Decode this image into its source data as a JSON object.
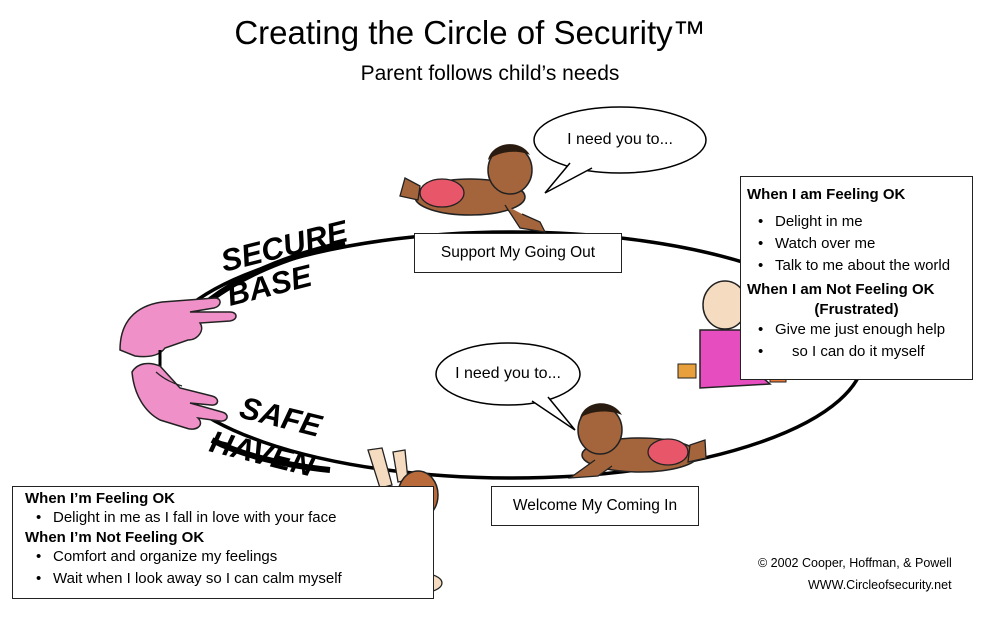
{
  "header": {
    "title": "Creating the Circle of Security™",
    "subtitle": "Parent follows child’s needs"
  },
  "circle": {
    "top_label": "Support My Going Out",
    "bottom_label": "Welcome My Coming In",
    "secure_base": [
      "SECURE",
      "BASE"
    ],
    "safe_haven": [
      "SAFE",
      "HAVEN"
    ]
  },
  "bubbles": {
    "top": "I need you to...",
    "bottom": "I need you to..."
  },
  "right_panel": {
    "heading_ok": "When I am Feeling OK",
    "ok_items": [
      "Delight in me",
      "Watch over me",
      "Talk to me about the world"
    ],
    "heading_not_ok": "When I am Not Feeling OK",
    "heading_not_ok_sub": "(Frustrated)",
    "not_ok_items": [
      "Give me just enough help",
      "so I can do it myself"
    ]
  },
  "left_panel": {
    "heading_ok": "When I’m Feeling OK",
    "ok_items": [
      "Delight in me as I fall in love with your face"
    ],
    "heading_not_ok": "When I’m Not Feeling OK",
    "not_ok_items": [
      "Comfort and organize my feelings",
      "Wait when I look away so I can calm myself"
    ]
  },
  "credits": {
    "copyright": "© 2002 Cooper, Hoffman, & Powell",
    "website": "WWW.Circleofsecurity.net"
  },
  "colors": {
    "hands": "#f090c8",
    "skin_dark": "#a4653c",
    "skin_light": "#f5dcc0",
    "outfit_pink": "#e64ec0",
    "outfit_purple": "#9b3fd0",
    "hair": "#2a1b10"
  }
}
